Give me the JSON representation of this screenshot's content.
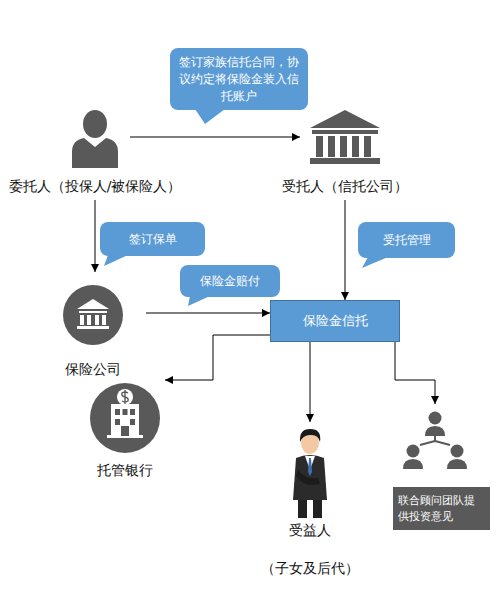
{
  "diagram": {
    "nodes": [
      {
        "text": [
          "委托人（投保人/被保险人）"
        ]
      },
      {
        "text": [
          "受托人（信托公司）"
        ]
      },
      {
        "text": [
          "保险公司"
        ]
      },
      {
        "text": [
          "保险金信托"
        ]
      },
      {
        "text": [
          "托管银行"
        ]
      },
      {
        "text": [
          "受益人",
          "（子女及后代）"
        ]
      },
      {
        "text": [
          "联合顾问团队提供投资意见"
        ]
      }
    ],
    "edges": [
      {
        "from": 0,
        "to": 1,
        "arrow": "to",
        "label": "签订家族信托合同，协议约定将保险金装入信托账户"
      },
      {
        "from": 0,
        "to": 2,
        "arrow": "to",
        "label": "签订保单"
      },
      {
        "from": 2,
        "to": 3,
        "arrow": "to",
        "label": "保险金赔付"
      },
      {
        "from": 1,
        "to": 3,
        "arrow": "to",
        "label": "受托管理"
      },
      {
        "from": 3,
        "to": 4,
        "arrow": "to"
      },
      {
        "from": 3,
        "to": 5,
        "arrow": "to"
      },
      {
        "from": 3,
        "to": 6,
        "arrow": "to"
      }
    ]
  }
}
